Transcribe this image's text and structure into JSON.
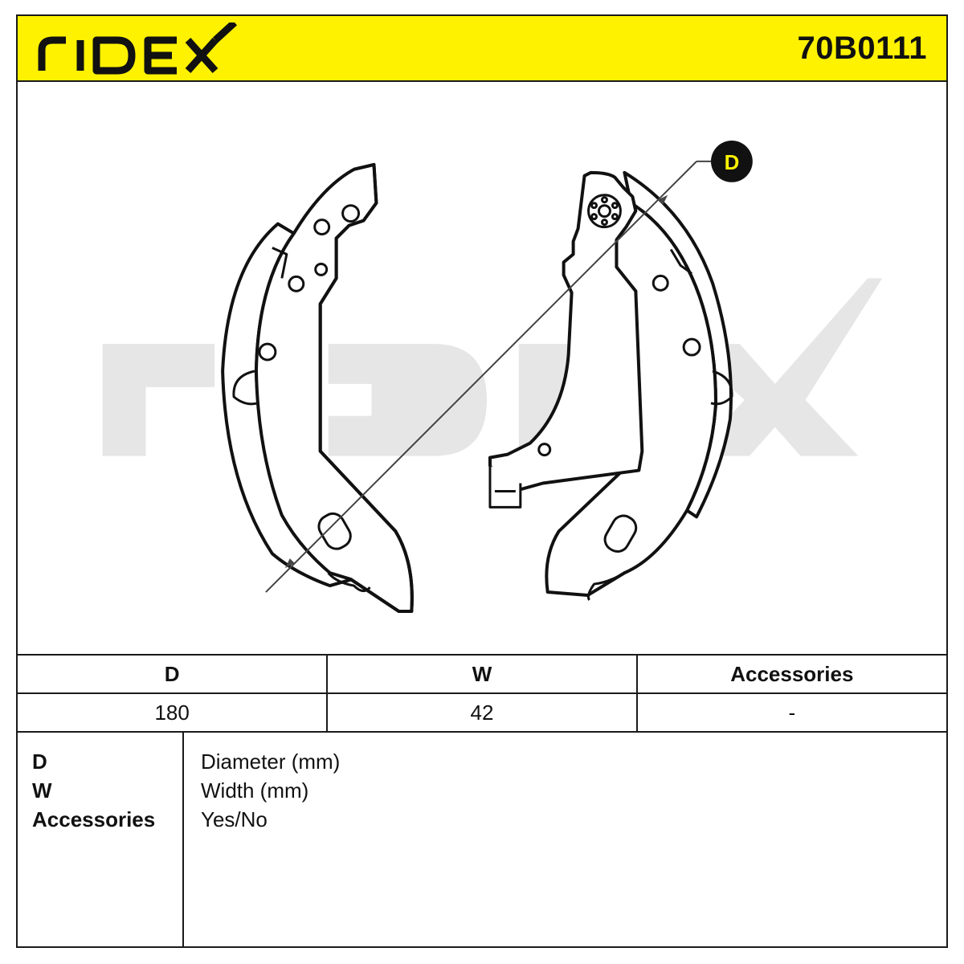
{
  "header": {
    "brand": "RIDEX",
    "part_number": "70B0111",
    "accent_color": "#fff200"
  },
  "drawing": {
    "dimension_marker": "D",
    "watermark": "RIDEX"
  },
  "specs": {
    "columns": [
      "D",
      "W",
      "Accessories"
    ],
    "values": [
      "180",
      "42",
      "-"
    ]
  },
  "legend": [
    {
      "key": "D",
      "value": "Diameter (mm)"
    },
    {
      "key": "W",
      "value": "Width (mm)"
    },
    {
      "key": "Accessories",
      "value": "Yes/No"
    }
  ]
}
